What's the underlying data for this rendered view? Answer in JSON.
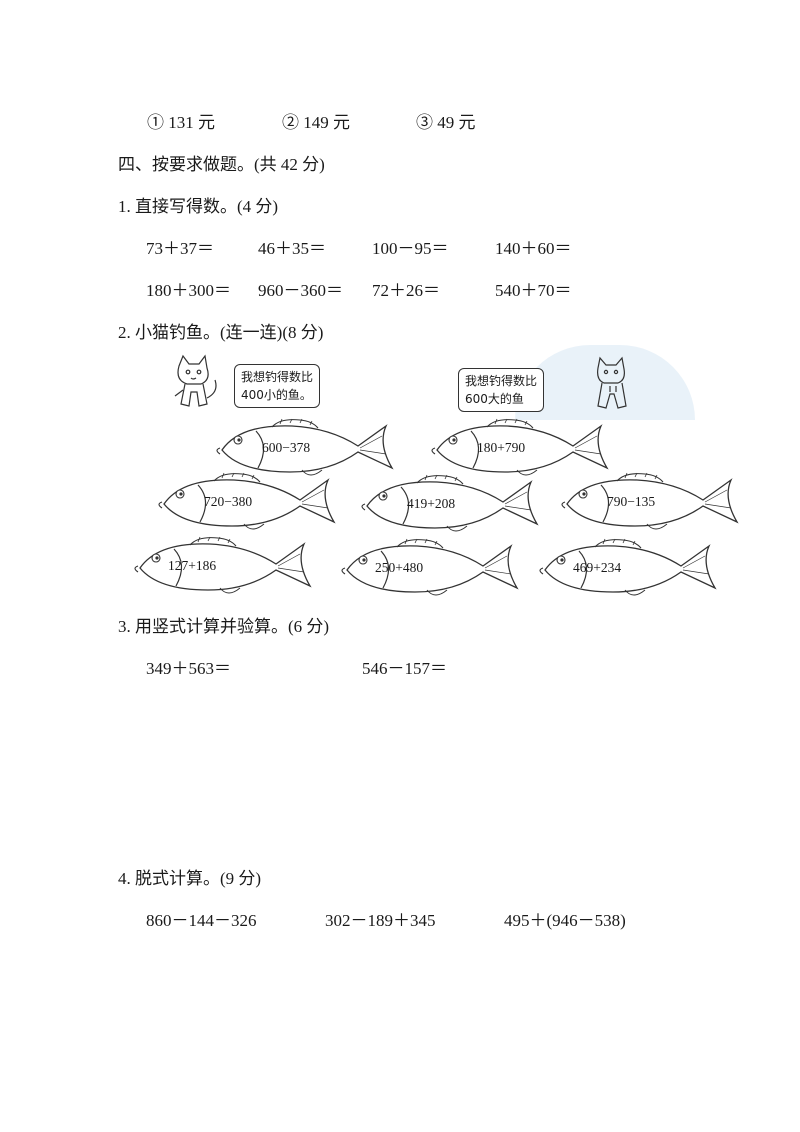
{
  "options": [
    "① 131 元",
    "② 149 元",
    "③ 49 元"
  ],
  "section4": {
    "title": "四、按要求做题。(共 42 分)"
  },
  "q1": {
    "title": "1.  直接写得数。(4 分)",
    "row1": [
      "73＋37＝",
      "46＋35＝",
      "100－95＝",
      "140＋60＝"
    ],
    "row2": [
      "180＋300＝",
      "960－360＝",
      "72＋26＝",
      "540＋70＝"
    ]
  },
  "q2": {
    "title": "2.  小猫钓鱼。(连一连)(8 分)",
    "cat_left_text": [
      "我想钓得数比",
      "400小的鱼。"
    ],
    "cat_right_text": [
      "我想钓得数比",
      "600大的鱼"
    ],
    "fish": [
      "600−378",
      "180+790",
      "720−380",
      "419+208",
      "790−135",
      "127+186",
      "250+480",
      "469+234"
    ]
  },
  "q3": {
    "title": "3.  用竖式计算并验算。(6 分)",
    "exprs": [
      "349＋563＝",
      "546－157＝"
    ]
  },
  "q4": {
    "title": "4.  脱式计算。(9 分)",
    "exprs": [
      "860－144－326",
      "302－189＋345",
      "495＋(946－538)"
    ]
  },
  "colors": {
    "text": "#1a1a1a",
    "watermark": "#e4eff7"
  }
}
